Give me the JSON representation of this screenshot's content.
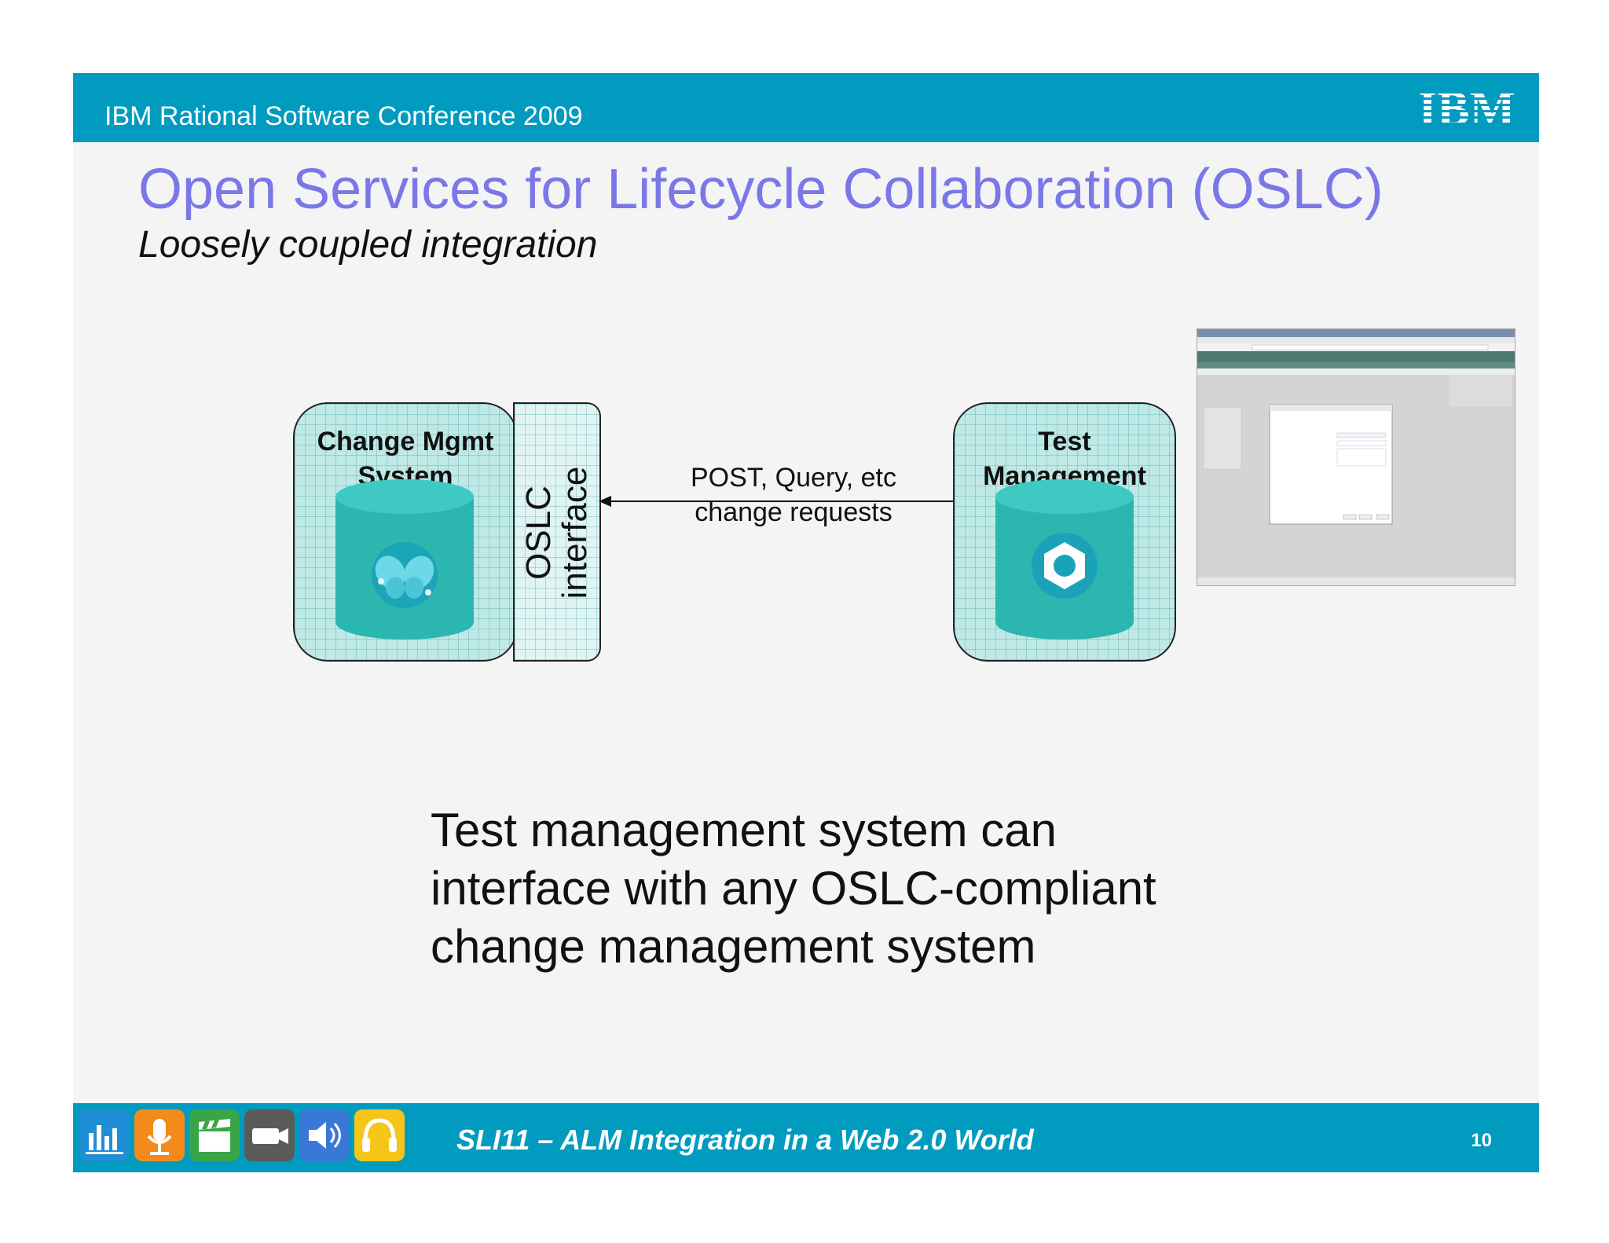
{
  "header": {
    "conference": "IBM Rational Software Conference 2009",
    "logo": "IBM"
  },
  "title": "Open Services for Lifecycle Collaboration (OSLC)",
  "subtitle": "Loosely coupled integration",
  "diagram": {
    "left_box": {
      "label_line1": "Change Mgmt",
      "label_line2": "System",
      "icon": "butterfly-database-icon"
    },
    "interface_box": {
      "line1": "OSLC",
      "line2": "interface"
    },
    "arrow": {
      "line1": "POST, Query, etc",
      "line2": "change requests",
      "direction": "right-to-left"
    },
    "right_box": {
      "label_line1": "Test",
      "label_line2": "Management",
      "icon": "hexagon-nut-database-icon"
    }
  },
  "body_text": {
    "line1": "Test management system can",
    "line2": "interface with any OSLC-compliant",
    "line3": "change management system"
  },
  "footer": {
    "icons": [
      "equalizer-icon",
      "microphone-icon",
      "clapperboard-icon",
      "camera-icon",
      "speaker-icon",
      "headphones-icon"
    ],
    "icon_colors": [
      "#1e8fd6",
      "#f28a1c",
      "#3aa547",
      "#5a5a5a",
      "#3a78d8",
      "#f5c518"
    ],
    "session": "SLI11 – ALM Integration in a Web 2.0 World",
    "page_number": "10"
  },
  "colors": {
    "bar": "#009bbf",
    "title": "#7a78e8",
    "box_fill": "#bfe9e6",
    "cylinder": "#2bb6b0"
  }
}
